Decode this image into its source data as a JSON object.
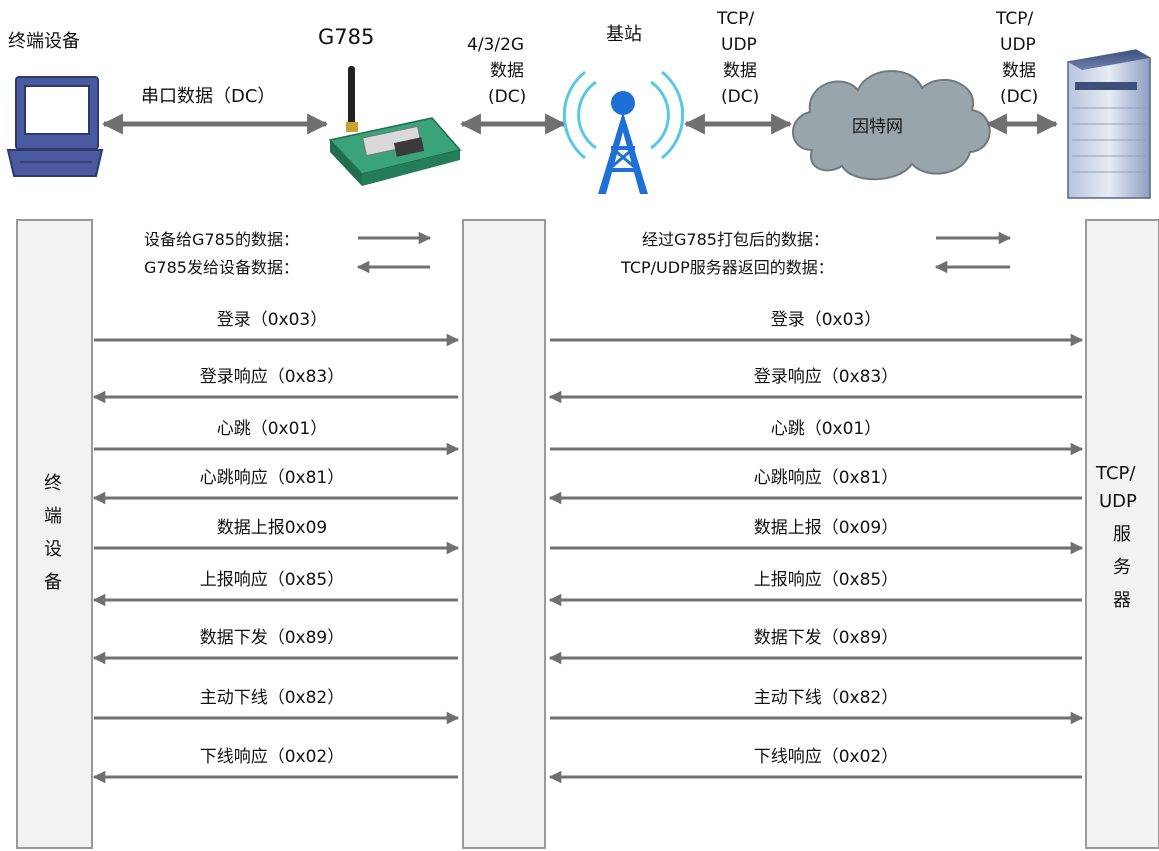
{
  "header": {
    "terminal_label": "终端设备",
    "module_label": "G785",
    "serial_line1": "串口数据（DC）",
    "cell_line1": "4/3/2G",
    "cell_line2": "数据",
    "cell_line3": "(DC)",
    "tower_label": "基站",
    "net_line1": "TCP/",
    "net_line2": "UDP",
    "net_line3": "数据",
    "net_line4": "(DC)",
    "cloud_label": "因特网",
    "srv_line1": "TCP/",
    "srv_line2": "UDP",
    "srv_line3": "数据",
    "srv_line4": "(DC)"
  },
  "colors": {
    "arrow": "#707070",
    "column_border": "#9a9a9a",
    "column_fill": "#f2f2f2",
    "cloud": "#9aa5ab",
    "tower": "#1e6fd6",
    "wave": "#58c8e8",
    "board": "#3aa37a",
    "monitor": "#4a5aa0",
    "server": "#5a6c98"
  },
  "legend": {
    "left_to_module": "设备给G785的数据：",
    "module_to_left": "G785发给设备数据：",
    "module_to_server": "经过G785打包后的数据：",
    "server_to_module": "TCP/UDP服务器返回的数据："
  },
  "columns": {
    "terminal_chars": [
      "终",
      "端",
      "设",
      "备"
    ],
    "server_line1": "TCP/",
    "server_line2": "UDP",
    "server_chars": [
      "服",
      "务",
      "器"
    ]
  },
  "left_messages": [
    {
      "label": "登录（0x03）",
      "dir": "right"
    },
    {
      "label": "登录响应（0x83）",
      "dir": "left"
    },
    {
      "label": "心跳（0x01）",
      "dir": "right"
    },
    {
      "label": "心跳响应（0x81）",
      "dir": "left"
    },
    {
      "label": "数据上报0x09",
      "dir": "right"
    },
    {
      "label": "上报响应（0x85）",
      "dir": "left"
    },
    {
      "label": "数据下发（0x89）",
      "dir": "left"
    },
    {
      "label": "主动下线（0x82）",
      "dir": "right"
    },
    {
      "label": "下线响应（0x02）",
      "dir": "left"
    }
  ],
  "right_messages": [
    {
      "label": "登录（0x03）",
      "dir": "right"
    },
    {
      "label": "登录响应（0x83）",
      "dir": "left"
    },
    {
      "label": "心跳（0x01）",
      "dir": "right"
    },
    {
      "label": "心跳响应（0x81）",
      "dir": "left"
    },
    {
      "label": "数据上报（0x09）",
      "dir": "right"
    },
    {
      "label": "上报响应（0x85）",
      "dir": "left"
    },
    {
      "label": "数据下发（0x89）",
      "dir": "left"
    },
    {
      "label": "主动下线（0x82）",
      "dir": "right"
    },
    {
      "label": "下线响应（0x02）",
      "dir": "left"
    }
  ]
}
